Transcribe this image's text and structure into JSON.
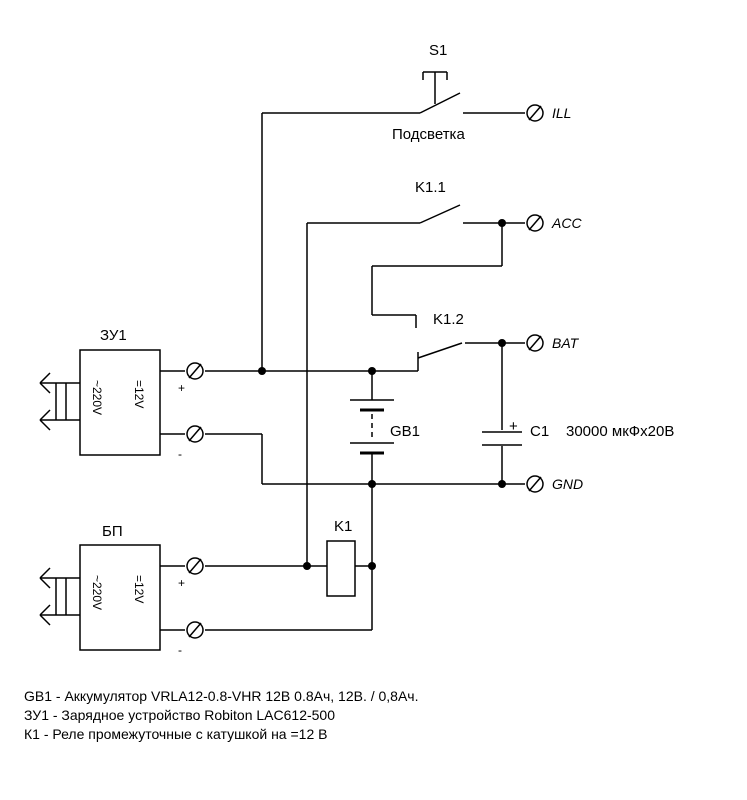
{
  "labels": {
    "s1": "S1",
    "s1_caption": "Подсветка",
    "k11": "K1.1",
    "k12": "K1.2",
    "k1": "K1",
    "gb1": "GB1",
    "c1": "C1",
    "c1_value": "30000 мкФх20В",
    "c1_plus": "+",
    "zu1": "ЗУ1",
    "bp": "БП",
    "ill": "ILL",
    "acc": "ACC",
    "bat": "BAT",
    "gnd": "GND",
    "v12": "=12V",
    "v220": "~220V",
    "plus": "+",
    "minus": "-"
  },
  "notes": [
    "GB1 - Аккумулятор VRLA12-0.8-VHR 12В 0.8Ач, 12В. / 0,8Ач.",
    "ЗУ1 - Зарядное устройство Robiton LAC612-500",
    "К1 - Реле промежуточные с катушкой на =12 В"
  ]
}
